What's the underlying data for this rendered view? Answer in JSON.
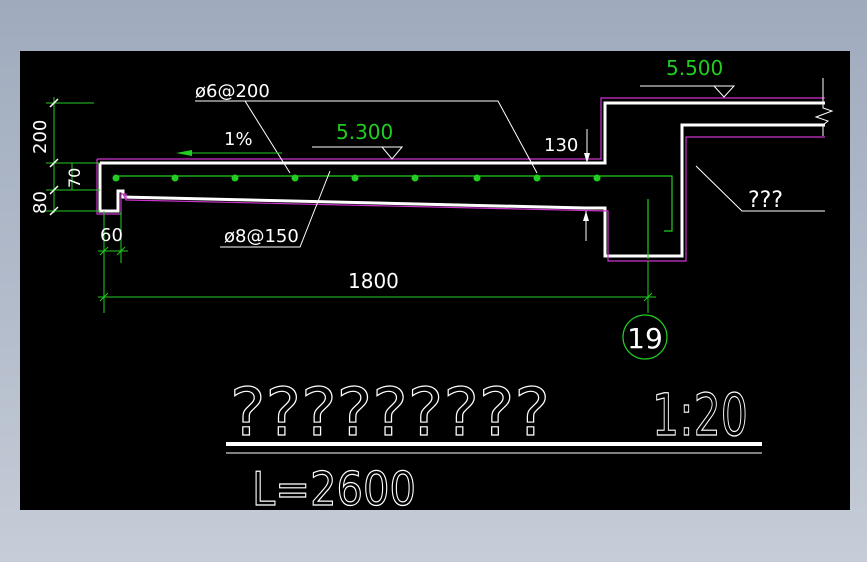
{
  "drawing": {
    "colors": {
      "background": "#000000",
      "slab_outline": "#ffffff",
      "slab_offset": "#cc33cc",
      "annotation": "#ffffff",
      "level_mark": "#22cc22",
      "dimension": "#22cc22",
      "rebar": "#22cc22"
    },
    "labels": {
      "level_upper": "5.500",
      "level_lower": "5.300",
      "rebar_top": "ø6@200",
      "rebar_bottom": "ø8@150",
      "slope": "1%",
      "dim_130": "130",
      "dim_200": "200",
      "dim_70": "70",
      "dim_80": "80",
      "dim_60": "60",
      "dim_1800": "1800",
      "callout_unknown": "???",
      "detail_number": "19"
    },
    "title": {
      "text": "?????????",
      "scale": "1:20",
      "length": "L=2600"
    }
  }
}
